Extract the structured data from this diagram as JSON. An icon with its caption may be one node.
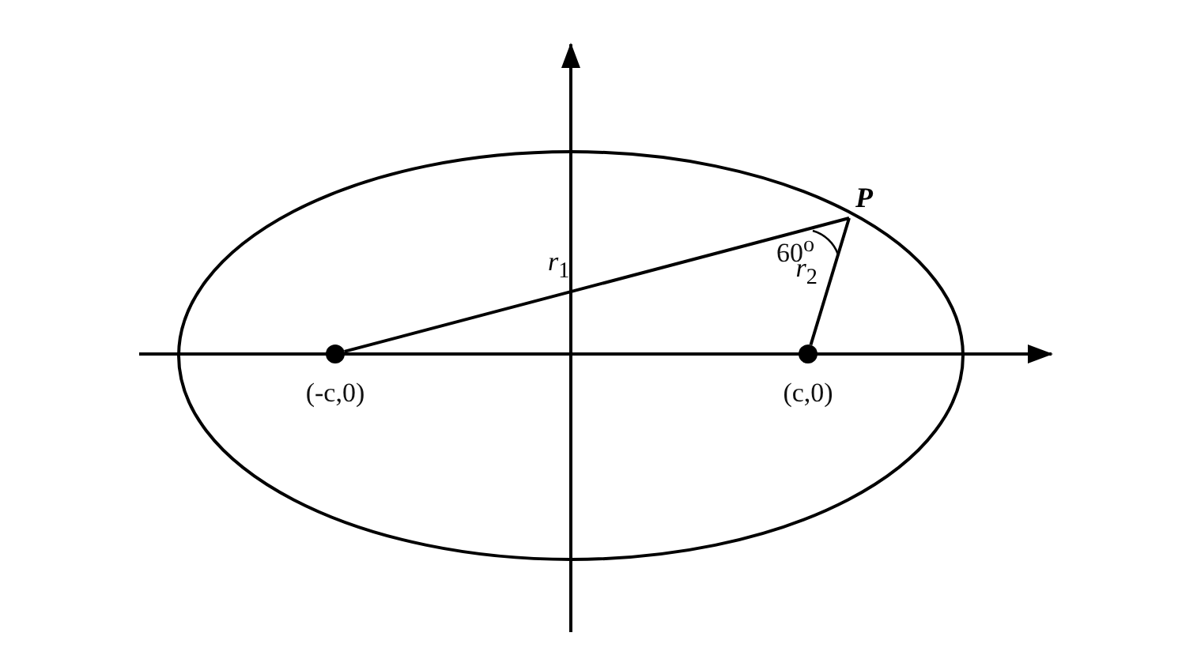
{
  "diagram": {
    "nodes": [
      {
        "text": [],
        "shape": "circle",
        "beside": [
          "(-c,0)"
        ]
      },
      {
        "text": [],
        "shape": "circle",
        "beside": [
          "(c,0)"
        ]
      },
      {
        "text": [
          "P"
        ]
      }
    ],
    "edges": [
      {
        "from": 0,
        "to": 2,
        "arrow": "none",
        "label": "*r*$_{1}$"
      },
      {
        "from": 1,
        "to": 2,
        "arrow": "none",
        "label": "*r*$_{2}$"
      }
    ],
    "labels": [
      "60$^{o}$"
    ]
  }
}
